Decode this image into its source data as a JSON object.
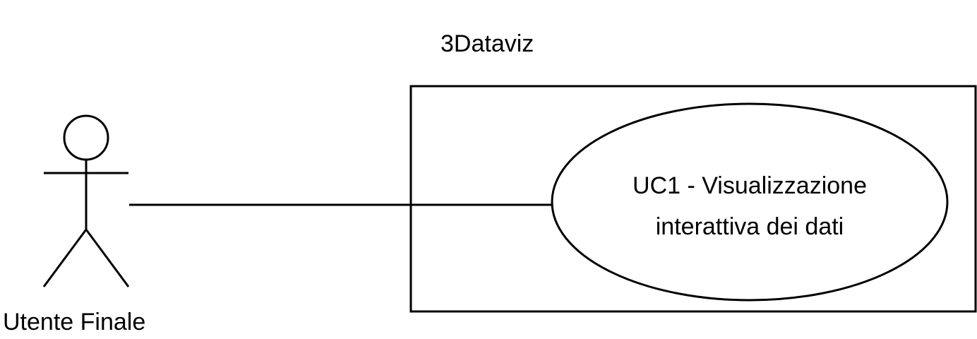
{
  "diagram": {
    "system": {
      "title": "3Dataviz"
    },
    "actor": {
      "label": "Utente Finale"
    },
    "use_case": {
      "line1": "UC1 - Visualizzazione",
      "line2": "interattiva dei dati"
    },
    "colors": {
      "stroke": "#000000",
      "background": "#ffffff"
    }
  }
}
